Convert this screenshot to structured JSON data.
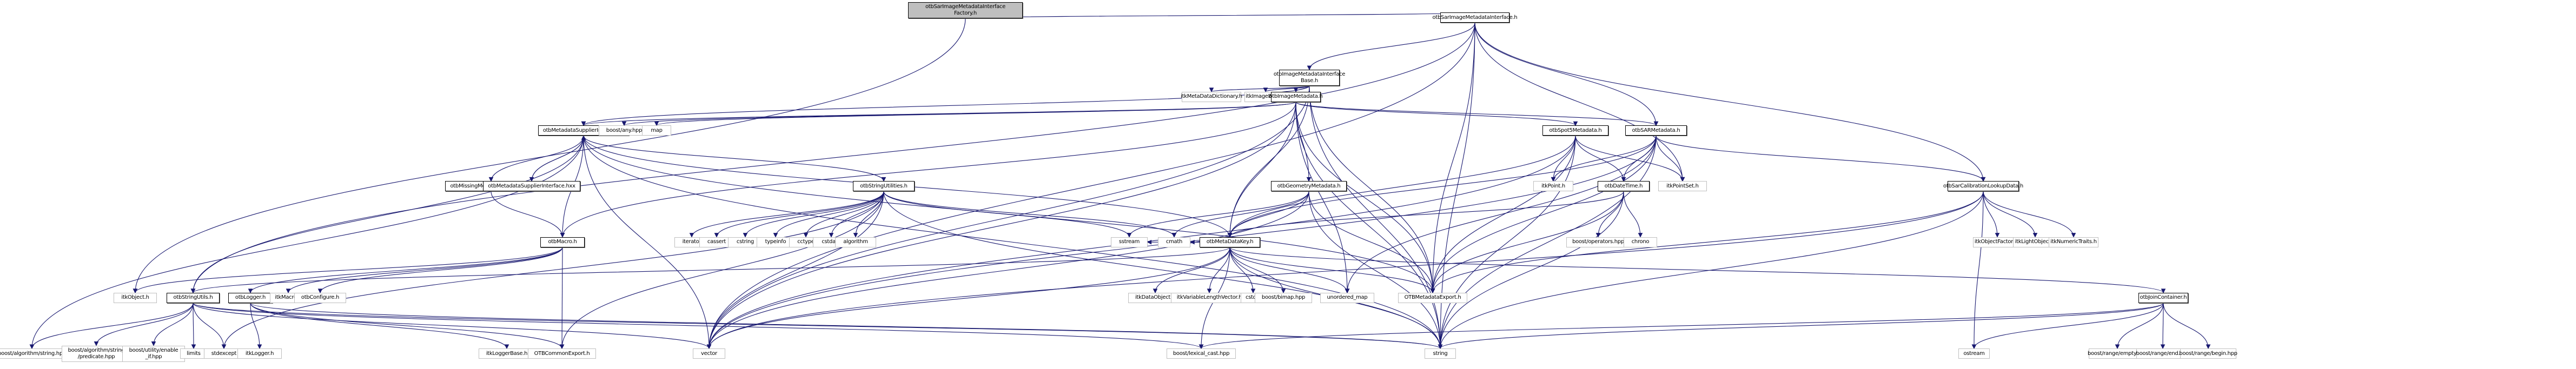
{
  "graph": {
    "title": "otbSarImageMetadataInterfaceFactory.h include dependency graph",
    "colors": {
      "edge": "#191970",
      "root_fill": "#bfbfbf",
      "internal_border": "#000000",
      "external_border": "#bfbfbf"
    },
    "nodes": [
      {
        "id": "root",
        "label": "otbSarImageMetadataInterface\nFactory.h",
        "kind": "root"
      },
      {
        "id": "sarimi",
        "label": "otbSarImageMetadataInterface.h",
        "kind": "internal"
      },
      {
        "id": "imib",
        "label": "otbImageMetadataInterface\nBase.h",
        "kind": "internal"
      },
      {
        "id": "itkmdd",
        "label": "itkMetaDataDictionary.h",
        "kind": "external"
      },
      {
        "id": "itkimgbase",
        "label": "itkImageBase.h",
        "kind": "external"
      },
      {
        "id": "imgmeta",
        "label": "otbImageMetadata.h",
        "kind": "internal"
      },
      {
        "id": "msi",
        "label": "otbMetadataSupplierInterface.h",
        "kind": "internal"
      },
      {
        "id": "boostany",
        "label": "boost/any.hpp",
        "kind": "external"
      },
      {
        "id": "map",
        "label": "map",
        "kind": "external"
      },
      {
        "id": "spot5",
        "label": "otbSpot5Metadata.h",
        "kind": "internal"
      },
      {
        "id": "sarmeta",
        "label": "otbSARMetadata.h",
        "kind": "internal"
      },
      {
        "id": "mme",
        "label": "otbMissingMetadataException.h",
        "kind": "internal"
      },
      {
        "id": "msihxx",
        "label": "otbMetadataSupplierInterface.hxx",
        "kind": "internal"
      },
      {
        "id": "strutilities",
        "label": "otbStringUtilities.h",
        "kind": "internal"
      },
      {
        "id": "geommeta",
        "label": "otbGeometryMetadata.h",
        "kind": "internal"
      },
      {
        "id": "itkpoint",
        "label": "itkPoint.h",
        "kind": "external"
      },
      {
        "id": "datetime",
        "label": "otbDateTime.h",
        "kind": "internal"
      },
      {
        "id": "itkpointset",
        "label": "itkPointSet.h",
        "kind": "external"
      },
      {
        "id": "sarcal",
        "label": "otbSarCalibrationLookupData.h",
        "kind": "internal"
      },
      {
        "id": "macro",
        "label": "otbMacro.h",
        "kind": "internal"
      },
      {
        "id": "iterator",
        "label": "iterator",
        "kind": "external"
      },
      {
        "id": "cassert",
        "label": "cassert",
        "kind": "external"
      },
      {
        "id": "cstring",
        "label": "cstring",
        "kind": "external"
      },
      {
        "id": "typeinfo",
        "label": "typeinfo",
        "kind": "external"
      },
      {
        "id": "cctype",
        "label": "cctype",
        "kind": "external"
      },
      {
        "id": "cstdarg",
        "label": "cstdarg",
        "kind": "external"
      },
      {
        "id": "algorithm",
        "label": "algorithm",
        "kind": "external"
      },
      {
        "id": "sstream",
        "label": "sstream",
        "kind": "external"
      },
      {
        "id": "cmath",
        "label": "cmath",
        "kind": "external"
      },
      {
        "id": "mdkey",
        "label": "otbMetaDataKey.h",
        "kind": "internal"
      },
      {
        "id": "boostops",
        "label": "boost/operators.hpp",
        "kind": "external"
      },
      {
        "id": "chrono",
        "label": "chrono",
        "kind": "external"
      },
      {
        "id": "itkobjfactory",
        "label": "itkObjectFactory.h",
        "kind": "external"
      },
      {
        "id": "itklightobj",
        "label": "itkLightObject.h",
        "kind": "external"
      },
      {
        "id": "itknumtraits",
        "label": "itkNumericTraits.h",
        "kind": "external"
      },
      {
        "id": "itkobject",
        "label": "itkObject.h",
        "kind": "external"
      },
      {
        "id": "strutils",
        "label": "otbStringUtils.h",
        "kind": "internal"
      },
      {
        "id": "logger",
        "label": "otbLogger.h",
        "kind": "internal"
      },
      {
        "id": "itkmacro",
        "label": "itkMacro.h",
        "kind": "external"
      },
      {
        "id": "configure",
        "label": "otbConfigure.h",
        "kind": "external"
      },
      {
        "id": "itkdataobj",
        "label": "itkDataObject.h",
        "kind": "external"
      },
      {
        "id": "itkvlv",
        "label": "itkVariableLengthVector.h",
        "kind": "external"
      },
      {
        "id": "cstdio",
        "label": "cstdio",
        "kind": "external"
      },
      {
        "id": "bimap",
        "label": "boost/bimap.hpp",
        "kind": "external"
      },
      {
        "id": "umap",
        "label": "unordered_map",
        "kind": "external"
      },
      {
        "id": "mdexport",
        "label": "OTBMetadataExport.h",
        "kind": "external"
      },
      {
        "id": "joincont",
        "label": "otbJoinContainer.h",
        "kind": "internal"
      },
      {
        "id": "boostalgstr",
        "label": "boost/algorithm/string.hpp",
        "kind": "external"
      },
      {
        "id": "boostpred",
        "label": "boost/algorithm/string\n/predicate.hpp",
        "kind": "external"
      },
      {
        "id": "boostenable",
        "label": "boost/utility/enable\n_if.hpp",
        "kind": "external"
      },
      {
        "id": "limits",
        "label": "limits",
        "kind": "external"
      },
      {
        "id": "stdexcept",
        "label": "stdexcept",
        "kind": "external"
      },
      {
        "id": "itklogger",
        "label": "itkLogger.h",
        "kind": "external"
      },
      {
        "id": "itkloggerbase",
        "label": "itkLoggerBase.h",
        "kind": "external"
      },
      {
        "id": "commonexport",
        "label": "OTBCommonExport.h",
        "kind": "external"
      },
      {
        "id": "vector",
        "label": "vector",
        "kind": "external"
      },
      {
        "id": "lexcast",
        "label": "boost/lexical_cast.hpp",
        "kind": "external"
      },
      {
        "id": "string",
        "label": "string",
        "kind": "external"
      },
      {
        "id": "ostream",
        "label": "ostream",
        "kind": "external"
      },
      {
        "id": "rangeempty",
        "label": "boost/range/empty.hpp",
        "kind": "external"
      },
      {
        "id": "rangeend",
        "label": "boost/range/end.hpp",
        "kind": "external"
      },
      {
        "id": "rangebegin",
        "label": "boost/range/begin.hpp",
        "kind": "external"
      }
    ],
    "edges": [
      [
        "root",
        "sarimi"
      ],
      [
        "root",
        "itkobject"
      ],
      [
        "sarimi",
        "imib"
      ],
      [
        "sarimi",
        "sarmeta"
      ],
      [
        "sarimi",
        "itkpointset"
      ],
      [
        "sarimi",
        "sarcal"
      ],
      [
        "sarimi",
        "mdexport"
      ],
      [
        "sarimi",
        "string"
      ],
      [
        "sarimi",
        "strutils"
      ],
      [
        "sarimi",
        "vector"
      ],
      [
        "imib",
        "itkmdd"
      ],
      [
        "imib",
        "itkimgbase"
      ],
      [
        "imib",
        "imgmeta"
      ],
      [
        "imib",
        "msi"
      ],
      [
        "imib",
        "mdkey"
      ],
      [
        "imib",
        "mdexport"
      ],
      [
        "imib",
        "string"
      ],
      [
        "imib",
        "vector"
      ],
      [
        "imgmeta",
        "msi"
      ],
      [
        "imgmeta",
        "boostany"
      ],
      [
        "imgmeta",
        "map"
      ],
      [
        "imgmeta",
        "spot5"
      ],
      [
        "imgmeta",
        "sarmeta"
      ],
      [
        "imgmeta",
        "geommeta"
      ],
      [
        "imgmeta",
        "mdkey"
      ],
      [
        "imgmeta",
        "macro"
      ],
      [
        "imgmeta",
        "mdexport"
      ],
      [
        "imgmeta",
        "string"
      ],
      [
        "imgmeta",
        "vector"
      ],
      [
        "imgmeta",
        "umap"
      ],
      [
        "msi",
        "mme"
      ],
      [
        "msi",
        "msihxx"
      ],
      [
        "msi",
        "strutilities"
      ],
      [
        "msi",
        "strutils"
      ],
      [
        "msi",
        "macro"
      ],
      [
        "msi",
        "mdkey"
      ],
      [
        "msi",
        "string"
      ],
      [
        "msi",
        "vector"
      ],
      [
        "msi",
        "boostalgstr"
      ],
      [
        "msi",
        "mdexport"
      ],
      [
        "msihxx",
        "msi"
      ],
      [
        "mme",
        "macro"
      ],
      [
        "spot5",
        "itkpoint"
      ],
      [
        "spot5",
        "datetime"
      ],
      [
        "spot5",
        "mdkey"
      ],
      [
        "spot5",
        "mdexport"
      ],
      [
        "spot5",
        "string"
      ],
      [
        "spot5",
        "vector"
      ],
      [
        "spot5",
        "itkpointset"
      ],
      [
        "sarmeta",
        "itkpoint"
      ],
      [
        "sarmeta",
        "datetime"
      ],
      [
        "sarmeta",
        "itkpointset"
      ],
      [
        "sarmeta",
        "mdkey"
      ],
      [
        "sarmeta",
        "sarcal"
      ],
      [
        "sarmeta",
        "mdexport"
      ],
      [
        "sarmeta",
        "string"
      ],
      [
        "sarmeta",
        "vector"
      ],
      [
        "sarmeta",
        "umap"
      ],
      [
        "strutilities",
        "iterator"
      ],
      [
        "strutilities",
        "cassert"
      ],
      [
        "strutilities",
        "cstring"
      ],
      [
        "strutilities",
        "typeinfo"
      ],
      [
        "strutilities",
        "cctype"
      ],
      [
        "strutilities",
        "cstdarg"
      ],
      [
        "strutilities",
        "algorithm"
      ],
      [
        "strutilities",
        "sstream"
      ],
      [
        "strutilities",
        "cmath"
      ],
      [
        "strutilities",
        "string"
      ],
      [
        "strutilities",
        "vector"
      ],
      [
        "strutilities",
        "stdexcept"
      ],
      [
        "strutilities",
        "commonexport"
      ],
      [
        "geommeta",
        "sstream"
      ],
      [
        "geommeta",
        "mdkey"
      ],
      [
        "geommeta",
        "mdexport"
      ],
      [
        "geommeta",
        "string"
      ],
      [
        "geommeta",
        "vector"
      ],
      [
        "geommeta",
        "cmath"
      ],
      [
        "datetime",
        "boostops"
      ],
      [
        "datetime",
        "chrono"
      ],
      [
        "datetime",
        "mdexport"
      ],
      [
        "datetime",
        "string"
      ],
      [
        "datetime",
        "mdkey"
      ],
      [
        "sarcal",
        "itkobjfactory"
      ],
      [
        "sarcal",
        "itklightobj"
      ],
      [
        "sarcal",
        "itknumtraits"
      ],
      [
        "sarcal",
        "mdexport"
      ],
      [
        "sarcal",
        "string"
      ],
      [
        "sarcal",
        "vector"
      ],
      [
        "sarcal",
        "ostream"
      ],
      [
        "macro",
        "itkobject"
      ],
      [
        "macro",
        "logger"
      ],
      [
        "macro",
        "itkmacro"
      ],
      [
        "macro",
        "configure"
      ],
      [
        "macro",
        "commonexport"
      ],
      [
        "mdkey",
        "itkdataobj"
      ],
      [
        "mdkey",
        "itkvlv"
      ],
      [
        "mdkey",
        "cstdio"
      ],
      [
        "mdkey",
        "bimap"
      ],
      [
        "mdkey",
        "umap"
      ],
      [
        "mdkey",
        "mdexport"
      ],
      [
        "mdkey",
        "joincont"
      ],
      [
        "mdkey",
        "strutils"
      ],
      [
        "mdkey",
        "string"
      ],
      [
        "mdkey",
        "vector"
      ],
      [
        "mdkey",
        "lexcast"
      ],
      [
        "mdkey",
        "cmath"
      ],
      [
        "mdkey",
        "sstream"
      ],
      [
        "strutils",
        "boostalgstr"
      ],
      [
        "strutils",
        "boostpred"
      ],
      [
        "strutils",
        "boostenable"
      ],
      [
        "strutils",
        "limits"
      ],
      [
        "strutils",
        "stdexcept"
      ],
      [
        "strutils",
        "vector"
      ],
      [
        "strutils",
        "string"
      ],
      [
        "strutils",
        "lexcast"
      ],
      [
        "logger",
        "itklogger"
      ],
      [
        "logger",
        "itkloggerbase"
      ],
      [
        "logger",
        "commonexport"
      ],
      [
        "logger",
        "string"
      ],
      [
        "joincont",
        "rangeempty"
      ],
      [
        "joincont",
        "rangeend"
      ],
      [
        "joincont",
        "rangebegin"
      ],
      [
        "joincont",
        "ostream"
      ],
      [
        "joincont",
        "string"
      ],
      [
        "joincont",
        "lexcast"
      ]
    ]
  }
}
